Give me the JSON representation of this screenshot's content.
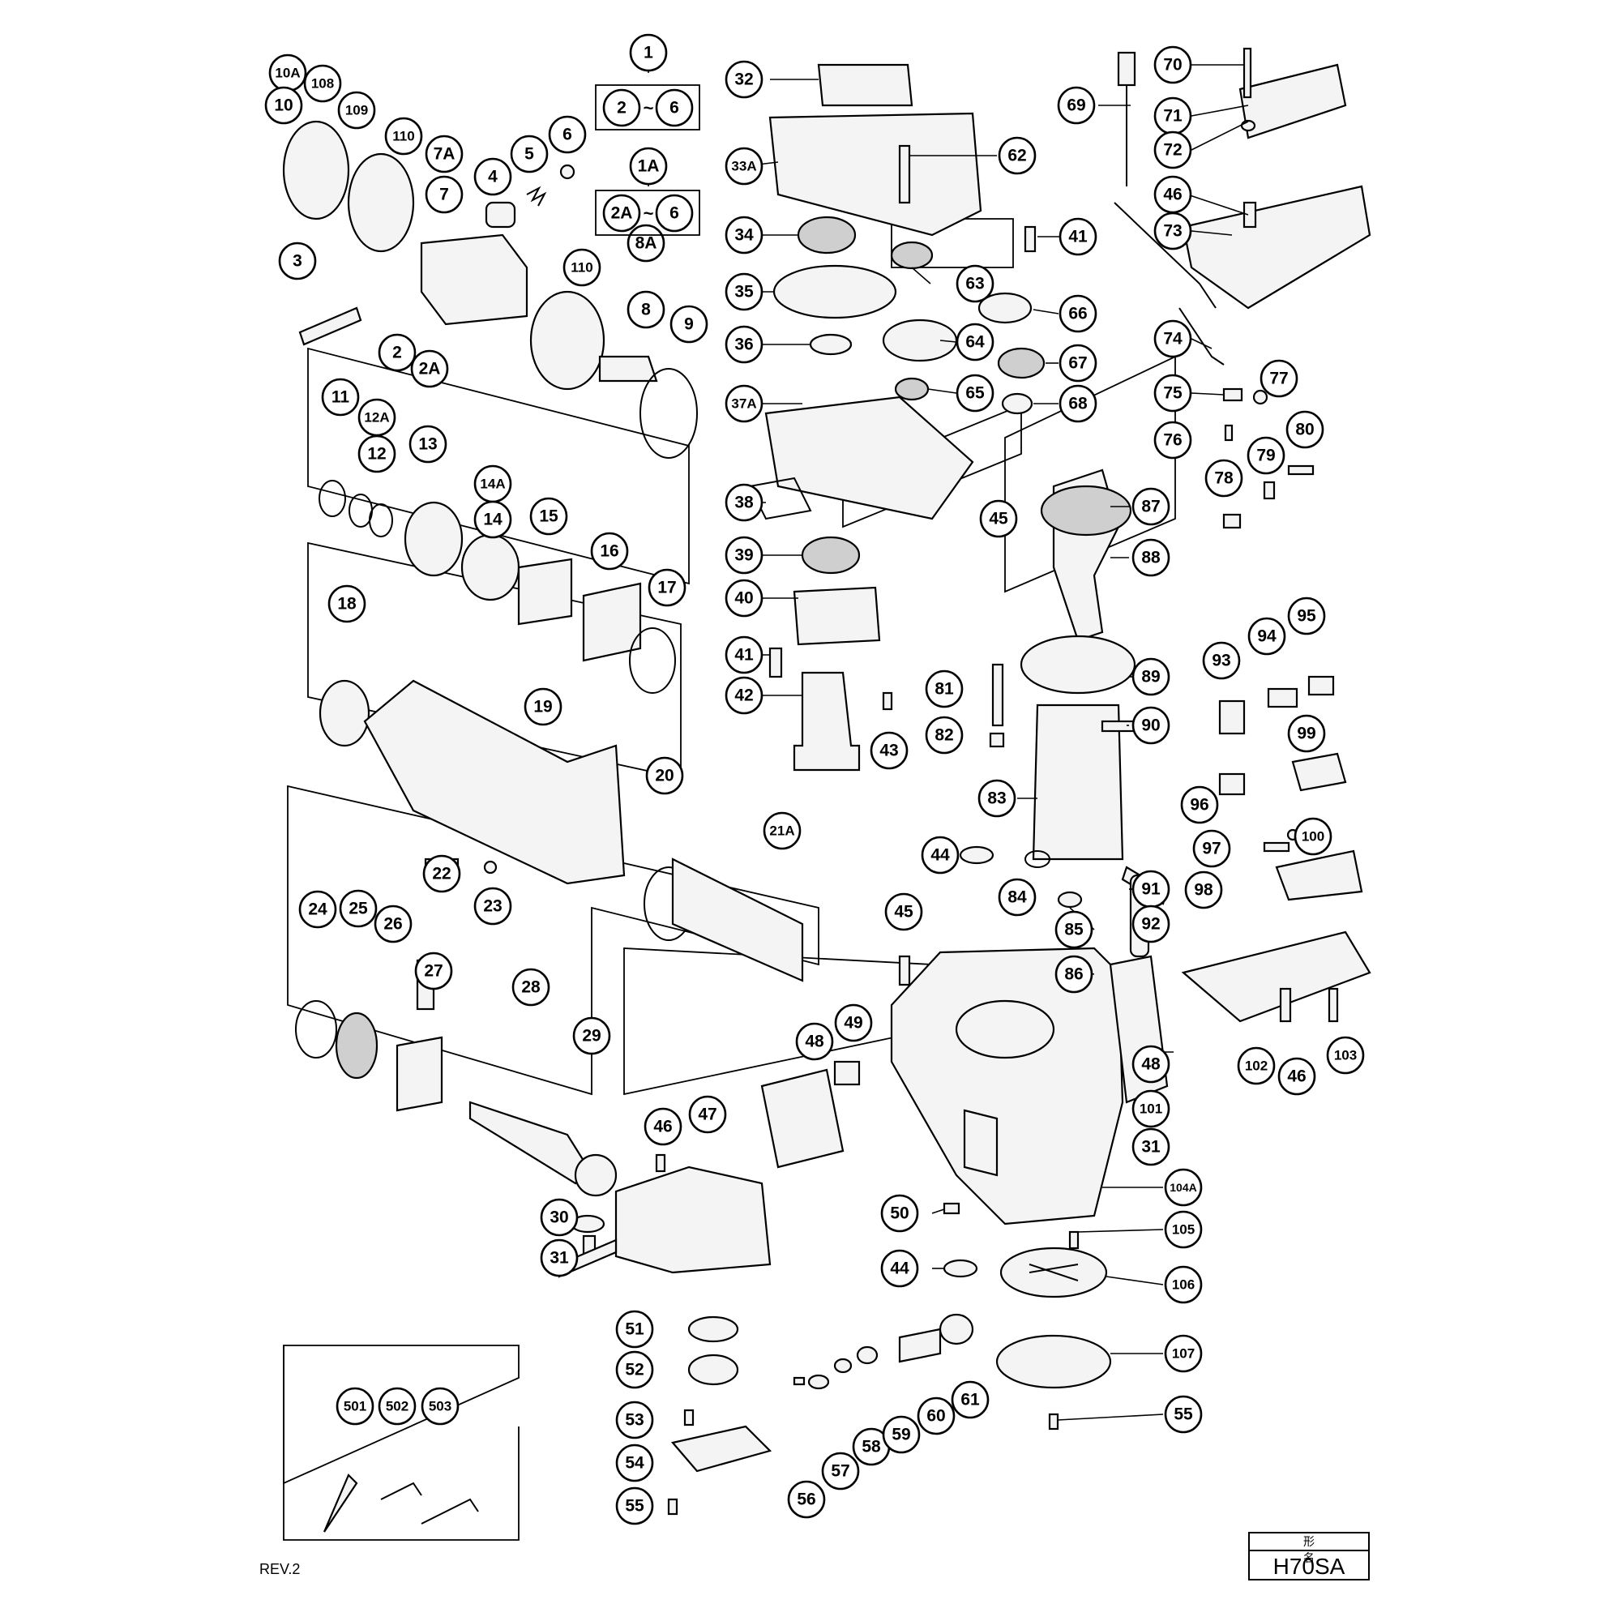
{
  "diagram": {
    "revision": "REV.2",
    "model_header": "形 名",
    "model": "H70SA",
    "callouts": [
      {
        "label": "10A"
      },
      {
        "label": "108"
      },
      {
        "label": "10"
      },
      {
        "label": "109"
      },
      {
        "label": "110"
      },
      {
        "label": "7A"
      },
      {
        "label": "7"
      },
      {
        "label": "4"
      },
      {
        "label": "5"
      },
      {
        "label": "6"
      },
      {
        "label": "1"
      },
      {
        "label": "2"
      },
      {
        "label": "6"
      },
      {
        "label": "1A"
      },
      {
        "label": "2A"
      },
      {
        "label": "6"
      },
      {
        "label": "3"
      },
      {
        "label": "2"
      },
      {
        "label": "2A"
      },
      {
        "label": "110"
      },
      {
        "label": "8A"
      },
      {
        "label": "8"
      },
      {
        "label": "9"
      },
      {
        "label": "11"
      },
      {
        "label": "12A"
      },
      {
        "label": "12"
      },
      {
        "label": "13"
      },
      {
        "label": "14A"
      },
      {
        "label": "14"
      },
      {
        "label": "15"
      },
      {
        "label": "16"
      },
      {
        "label": "17"
      },
      {
        "label": "18"
      },
      {
        "label": "19"
      },
      {
        "label": "20"
      },
      {
        "label": "21A"
      },
      {
        "label": "22"
      },
      {
        "label": "23"
      },
      {
        "label": "24"
      },
      {
        "label": "25"
      },
      {
        "label": "26"
      },
      {
        "label": "27"
      },
      {
        "label": "28"
      },
      {
        "label": "29"
      },
      {
        "label": "30"
      },
      {
        "label": "31"
      },
      {
        "label": "32"
      },
      {
        "label": "33A"
      },
      {
        "label": "34"
      },
      {
        "label": "35"
      },
      {
        "label": "36"
      },
      {
        "label": "37A"
      },
      {
        "label": "38"
      },
      {
        "label": "39"
      },
      {
        "label": "40"
      },
      {
        "label": "41"
      },
      {
        "label": "42"
      },
      {
        "label": "43"
      },
      {
        "label": "62"
      },
      {
        "label": "63"
      },
      {
        "label": "41"
      },
      {
        "label": "64"
      },
      {
        "label": "66"
      },
      {
        "label": "67"
      },
      {
        "label": "65"
      },
      {
        "label": "68"
      },
      {
        "label": "45"
      },
      {
        "label": "69"
      },
      {
        "label": "70"
      },
      {
        "label": "71"
      },
      {
        "label": "72"
      },
      {
        "label": "46"
      },
      {
        "label": "73"
      },
      {
        "label": "74"
      },
      {
        "label": "75"
      },
      {
        "label": "77"
      },
      {
        "label": "76"
      },
      {
        "label": "79"
      },
      {
        "label": "80"
      },
      {
        "label": "78"
      },
      {
        "label": "87"
      },
      {
        "label": "88"
      },
      {
        "label": "89"
      },
      {
        "label": "81"
      },
      {
        "label": "82"
      },
      {
        "label": "90"
      },
      {
        "label": "83"
      },
      {
        "label": "84"
      },
      {
        "label": "44"
      },
      {
        "label": "91"
      },
      {
        "label": "85"
      },
      {
        "label": "92"
      },
      {
        "label": "86"
      },
      {
        "label": "93"
      },
      {
        "label": "94"
      },
      {
        "label": "95"
      },
      {
        "label": "99"
      },
      {
        "label": "96"
      },
      {
        "label": "97"
      },
      {
        "label": "100"
      },
      {
        "label": "98"
      },
      {
        "label": "45"
      },
      {
        "label": "49"
      },
      {
        "label": "48"
      },
      {
        "label": "47"
      },
      {
        "label": "46"
      },
      {
        "label": "48"
      },
      {
        "label": "101"
      },
      {
        "label": "31"
      },
      {
        "label": "102"
      },
      {
        "label": "46"
      },
      {
        "label": "103"
      },
      {
        "label": "104A"
      },
      {
        "label": "50"
      },
      {
        "label": "105"
      },
      {
        "label": "44"
      },
      {
        "label": "106"
      },
      {
        "label": "107"
      },
      {
        "label": "55"
      },
      {
        "label": "51"
      },
      {
        "label": "52"
      },
      {
        "label": "53"
      },
      {
        "label": "54"
      },
      {
        "label": "55"
      },
      {
        "label": "56"
      },
      {
        "label": "57"
      },
      {
        "label": "58"
      },
      {
        "label": "59"
      },
      {
        "label": "60"
      },
      {
        "label": "61"
      },
      {
        "label": "501"
      },
      {
        "label": "502"
      },
      {
        "label": "503"
      }
    ]
  }
}
